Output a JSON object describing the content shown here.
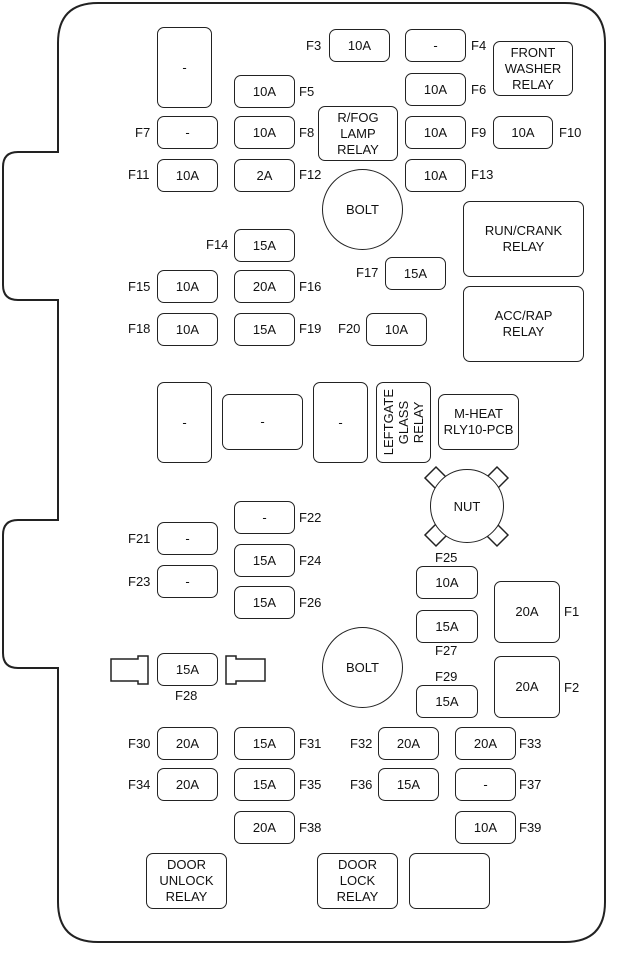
{
  "title": "Fuse box layout",
  "fuses": [
    {
      "id": "F3",
      "rating": "10A"
    },
    {
      "id": "F4",
      "rating": "-"
    },
    {
      "id": "F5",
      "rating": "10A"
    },
    {
      "id": "F6",
      "rating": "10A"
    },
    {
      "id": "F7",
      "rating": "-"
    },
    {
      "id": "F8",
      "rating": "10A"
    },
    {
      "id": "F9",
      "rating": "10A"
    },
    {
      "id": "F10",
      "rating": "10A"
    },
    {
      "id": "F11",
      "rating": "10A"
    },
    {
      "id": "F12",
      "rating": "2A"
    },
    {
      "id": "F13",
      "rating": "10A"
    },
    {
      "id": "F14",
      "rating": "15A"
    },
    {
      "id": "F15",
      "rating": "10A"
    },
    {
      "id": "F16",
      "rating": "20A"
    },
    {
      "id": "F17",
      "rating": "15A"
    },
    {
      "id": "F18",
      "rating": "10A"
    },
    {
      "id": "F19",
      "rating": "15A"
    },
    {
      "id": "F20",
      "rating": "10A"
    },
    {
      "id": "F21",
      "rating": "-"
    },
    {
      "id": "F22",
      "rating": "-"
    },
    {
      "id": "F23",
      "rating": "-"
    },
    {
      "id": "F24",
      "rating": "15A"
    },
    {
      "id": "F25",
      "rating": "10A"
    },
    {
      "id": "F26",
      "rating": "15A"
    },
    {
      "id": "F27",
      "rating": "15A"
    },
    {
      "id": "F28",
      "rating": "15A"
    },
    {
      "id": "F29",
      "rating": "15A"
    },
    {
      "id": "F1",
      "rating": "20A"
    },
    {
      "id": "F2",
      "rating": "20A"
    },
    {
      "id": "F30",
      "rating": "20A"
    },
    {
      "id": "F31",
      "rating": "15A"
    },
    {
      "id": "F32",
      "rating": "20A"
    },
    {
      "id": "F33",
      "rating": "20A"
    },
    {
      "id": "F34",
      "rating": "20A"
    },
    {
      "id": "F35",
      "rating": "15A"
    },
    {
      "id": "F36",
      "rating": "15A"
    },
    {
      "id": "F37",
      "rating": "-"
    },
    {
      "id": "F38",
      "rating": "20A"
    },
    {
      "id": "F39",
      "rating": "10A"
    }
  ],
  "relays": {
    "front_washer": "FRONT\nWASHER\nRELAY",
    "rfog_lamp": "R/FOG\nLAMP\nRELAY",
    "run_crank": "RUN/CRANK\nRELAY",
    "acc_rap": "ACC/RAP\nRELAY",
    "leftgate_glass": "LEFTGATE\nGLASS\nRELAY",
    "m_heat": "M-HEAT\nRLY10-PCB",
    "door_unlock": "DOOR\nUNLOCK\nRELAY",
    "door_lock": "DOOR\nLOCK\nRELAY"
  },
  "blanks": {
    "top_left": "-",
    "mid_1": "-",
    "mid_2": "-",
    "mid_3": "-",
    "bottom_empty": ""
  },
  "mounts": {
    "bolt_top": "BOLT",
    "bolt_bottom": "BOLT",
    "nut": "NUT"
  }
}
